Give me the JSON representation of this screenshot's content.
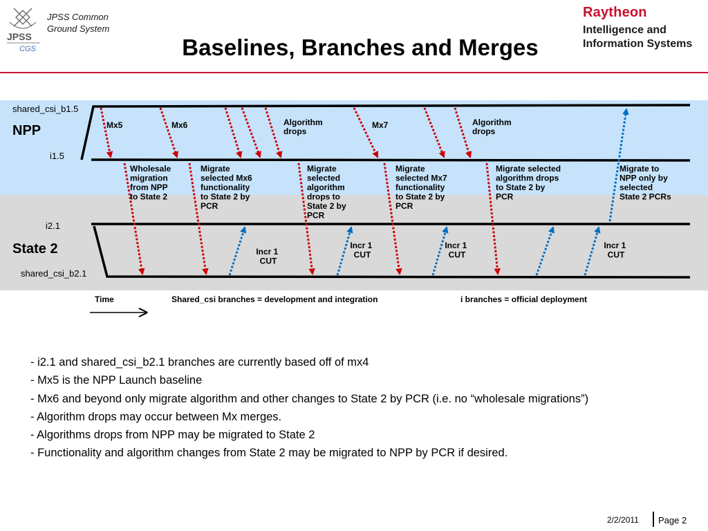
{
  "header": {
    "logo_line1": "JPSS Common",
    "logo_line2": "Ground System",
    "logo_mark_top": "JPSS",
    "logo_mark_bottom": "CGS",
    "title": "Baselines, Branches and Merges",
    "brand_name": "Raytheon",
    "brand_line1": "Intelligence and",
    "brand_line2": "Information Systems"
  },
  "diagram": {
    "npp_label": "NPP",
    "state2_label": "State 2",
    "branch_shared_b15": "shared_csi_b1.5",
    "branch_i15": "i1.5",
    "branch_i21": "i2.1",
    "branch_shared_b21": "shared_csi_b2.1",
    "top_labels": {
      "mx5": "Mx5",
      "mx6": "Mx6",
      "alg1": [
        "Algorithm",
        "drops"
      ],
      "mx7": "Mx7",
      "alg2": [
        "Algorithm",
        "drops"
      ]
    },
    "middle_labels": {
      "wholesale": [
        "Wholesale",
        "migration",
        "from NPP",
        "to State 2"
      ],
      "mig_mx6": [
        "Migrate",
        "selected Mx6",
        "functionality",
        "to State 2 by",
        "PCR"
      ],
      "mig_alg1": [
        "Migrate",
        "selected",
        "algorithm",
        "drops to",
        "State 2 by",
        "PCR"
      ],
      "mig_mx7": [
        "Migrate",
        "selected Mx7",
        "functionality",
        "to State 2 by",
        "PCR"
      ],
      "mig_alg2": [
        "Migrate selected",
        "algorithm drops",
        "to State 2 by",
        "PCR"
      ],
      "mig_npp": [
        "Migrate to",
        "NPP only by",
        "selected",
        "State 2 PCRs"
      ]
    },
    "incr_labels": [
      [
        "Incr 1",
        "CUT"
      ],
      [
        "Incr 1",
        "CUT"
      ],
      [
        "Incr 1",
        "CUT"
      ],
      [
        "Incr 1",
        "CUT"
      ]
    ],
    "legend": {
      "time": "Time",
      "shared": "Shared_csi branches = development and integration",
      "i_branches": "i branches = official deployment"
    },
    "colors": {
      "npp_band": "#c6e3fb",
      "state2_band": "#d9d9d9",
      "red_arrow": "#cc0000",
      "blue_arrow": "#0070c0"
    }
  },
  "bullets": [
    "- i2.1 and shared_csi_b2.1 branches are currently based off of mx4",
    "- Mx5 is the NPP Launch baseline",
    "- Mx6 and beyond only migrate algorithm and other changes to State 2 by PCR (i.e. no “wholesale migrations”)",
    "- Algorithm drops may occur between Mx merges.",
    "- Algorithms drops from NPP may be migrated to State 2",
    "- Functionality and algorithm changes from State 2 may be migrated to NPP by PCR if desired."
  ],
  "footer": {
    "date": "2/2/2011",
    "page": "Page 2"
  }
}
